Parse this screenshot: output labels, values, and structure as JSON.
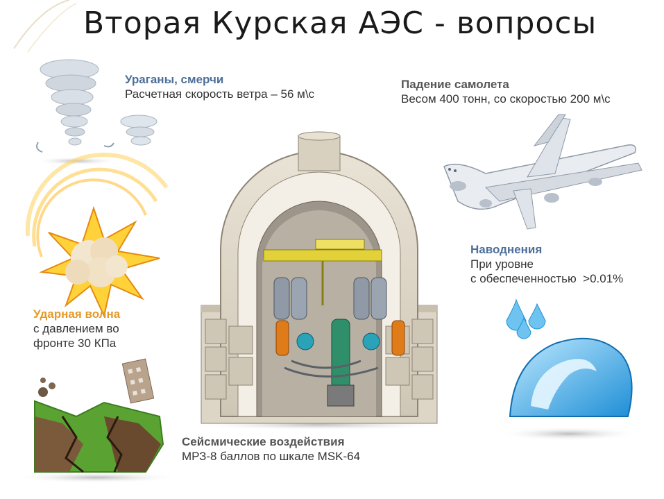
{
  "title": "Вторая Курская АЭС - вопросы",
  "colors": {
    "blue_heading": "#4d6f99",
    "orange_heading": "#e39a28",
    "gray_heading": "#555555",
    "body_text": "#333333"
  },
  "hazards": {
    "hurricane": {
      "heading": "Ураганы, смерчи",
      "text": "Расчетная скорость ветра – 56 м\\с",
      "icon": "tornado-icon"
    },
    "aircraft": {
      "heading": "Падение самолета",
      "text": "Весом 400 тонн, со скоростью 200 м\\с",
      "icon": "airplane-icon"
    },
    "flood": {
      "heading": "Наводнения",
      "line1": "При уровне",
      "line2": "с обеспеченностью  >0.01%",
      "icon": "wave-icon"
    },
    "shockwave": {
      "heading": "Ударная волна",
      "line1": "с давлением во",
      "line2": "фронте 30 КПа",
      "icon": "explosion-icon"
    },
    "seismic": {
      "heading": "Сейсмические воздействия",
      "text": "МРЗ-8 баллов по шкале MSK-64",
      "icon": "earthquake-icon"
    }
  }
}
